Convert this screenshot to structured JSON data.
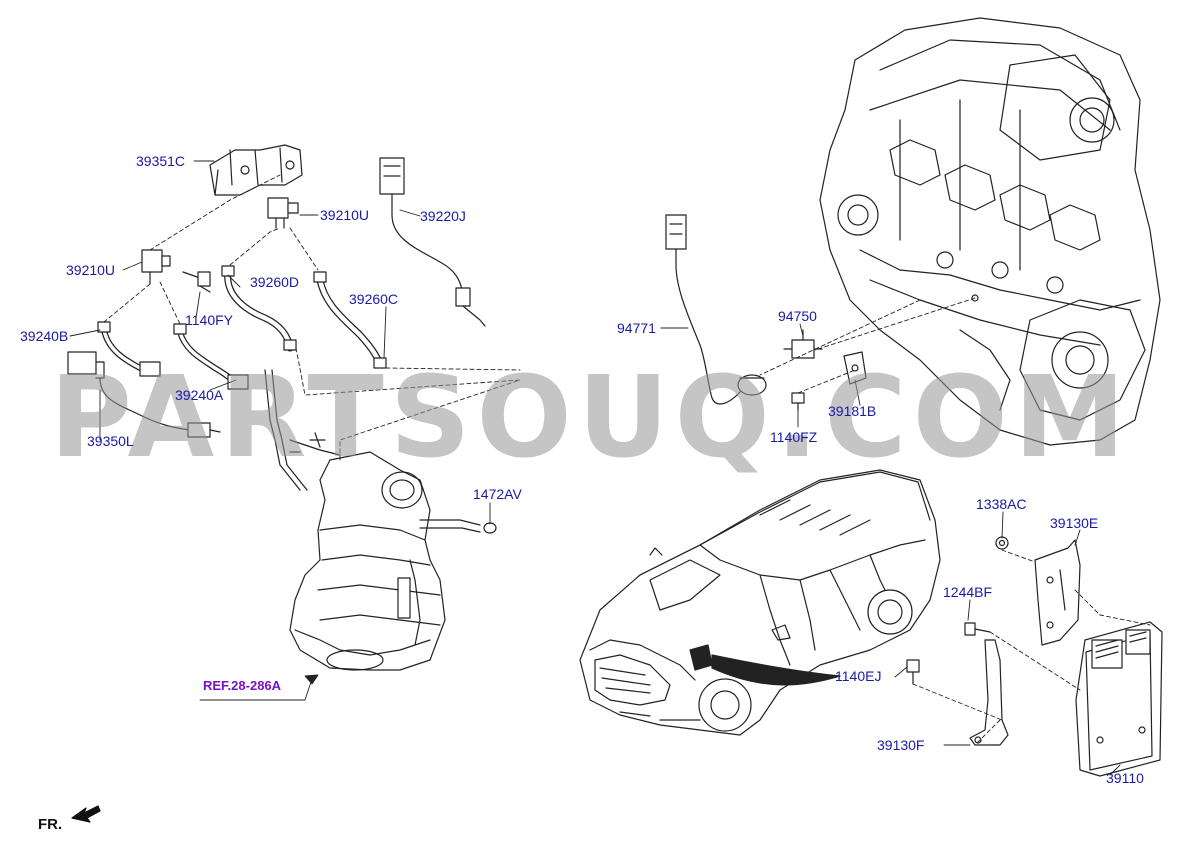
{
  "diagram": {
    "watermark": "PARTSOUQ.COM",
    "direction_label": "FR.",
    "reference": "REF.28-286A",
    "callouts": [
      {
        "id": "39351C",
        "text": "39351C"
      },
      {
        "id": "39210U-top",
        "text": "39210U"
      },
      {
        "id": "39220J",
        "text": "39220J"
      },
      {
        "id": "39210U-left",
        "text": "39210U"
      },
      {
        "id": "39260D",
        "text": "39260D"
      },
      {
        "id": "39260C",
        "text": "39260C"
      },
      {
        "id": "1140FY",
        "text": "1140FY"
      },
      {
        "id": "39240B",
        "text": "39240B"
      },
      {
        "id": "39240A",
        "text": "39240A"
      },
      {
        "id": "39350L",
        "text": "39350L"
      },
      {
        "id": "1472AV",
        "text": "1472AV"
      },
      {
        "id": "94771",
        "text": "94771"
      },
      {
        "id": "94750",
        "text": "94750"
      },
      {
        "id": "39181B",
        "text": "39181B"
      },
      {
        "id": "1140FZ",
        "text": "1140FZ"
      },
      {
        "id": "1338AC",
        "text": "1338AC"
      },
      {
        "id": "39130E",
        "text": "39130E"
      },
      {
        "id": "1244BF",
        "text": "1244BF"
      },
      {
        "id": "1140EJ",
        "text": "1140EJ"
      },
      {
        "id": "39130F",
        "text": "39130F"
      },
      {
        "id": "39110",
        "text": "39110"
      }
    ],
    "colors": {
      "callout_text": "#1a1aa8",
      "reference_text": "#7a10c8",
      "line_art": "#222222",
      "watermark": "#969696"
    }
  }
}
